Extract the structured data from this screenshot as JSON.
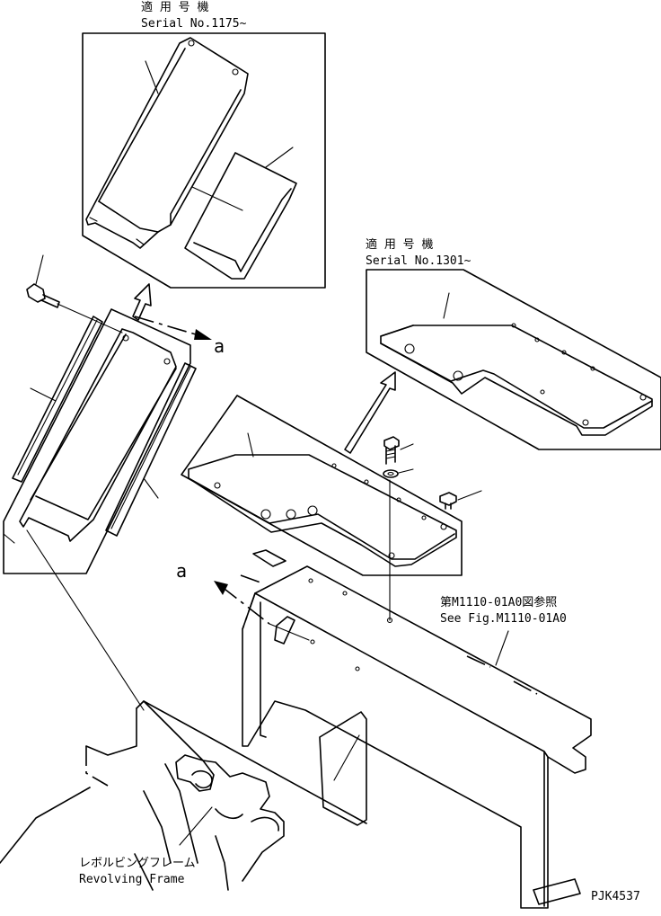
{
  "inset_top": {
    "label_jp": "適 用 号 機",
    "label_en": "Serial No.1175~"
  },
  "inset_right": {
    "label_jp": "適 用 号 機",
    "label_en": "Serial No.1301~"
  },
  "view_marker": "a",
  "reference": {
    "label_jp": "第M1110-01A0図参照",
    "label_en": "See Fig.M1110-01A0"
  },
  "frame": {
    "label_jp": "レボルビングフレーム",
    "label_en": "Revolving Frame"
  },
  "drawing_code": "PJK4537"
}
